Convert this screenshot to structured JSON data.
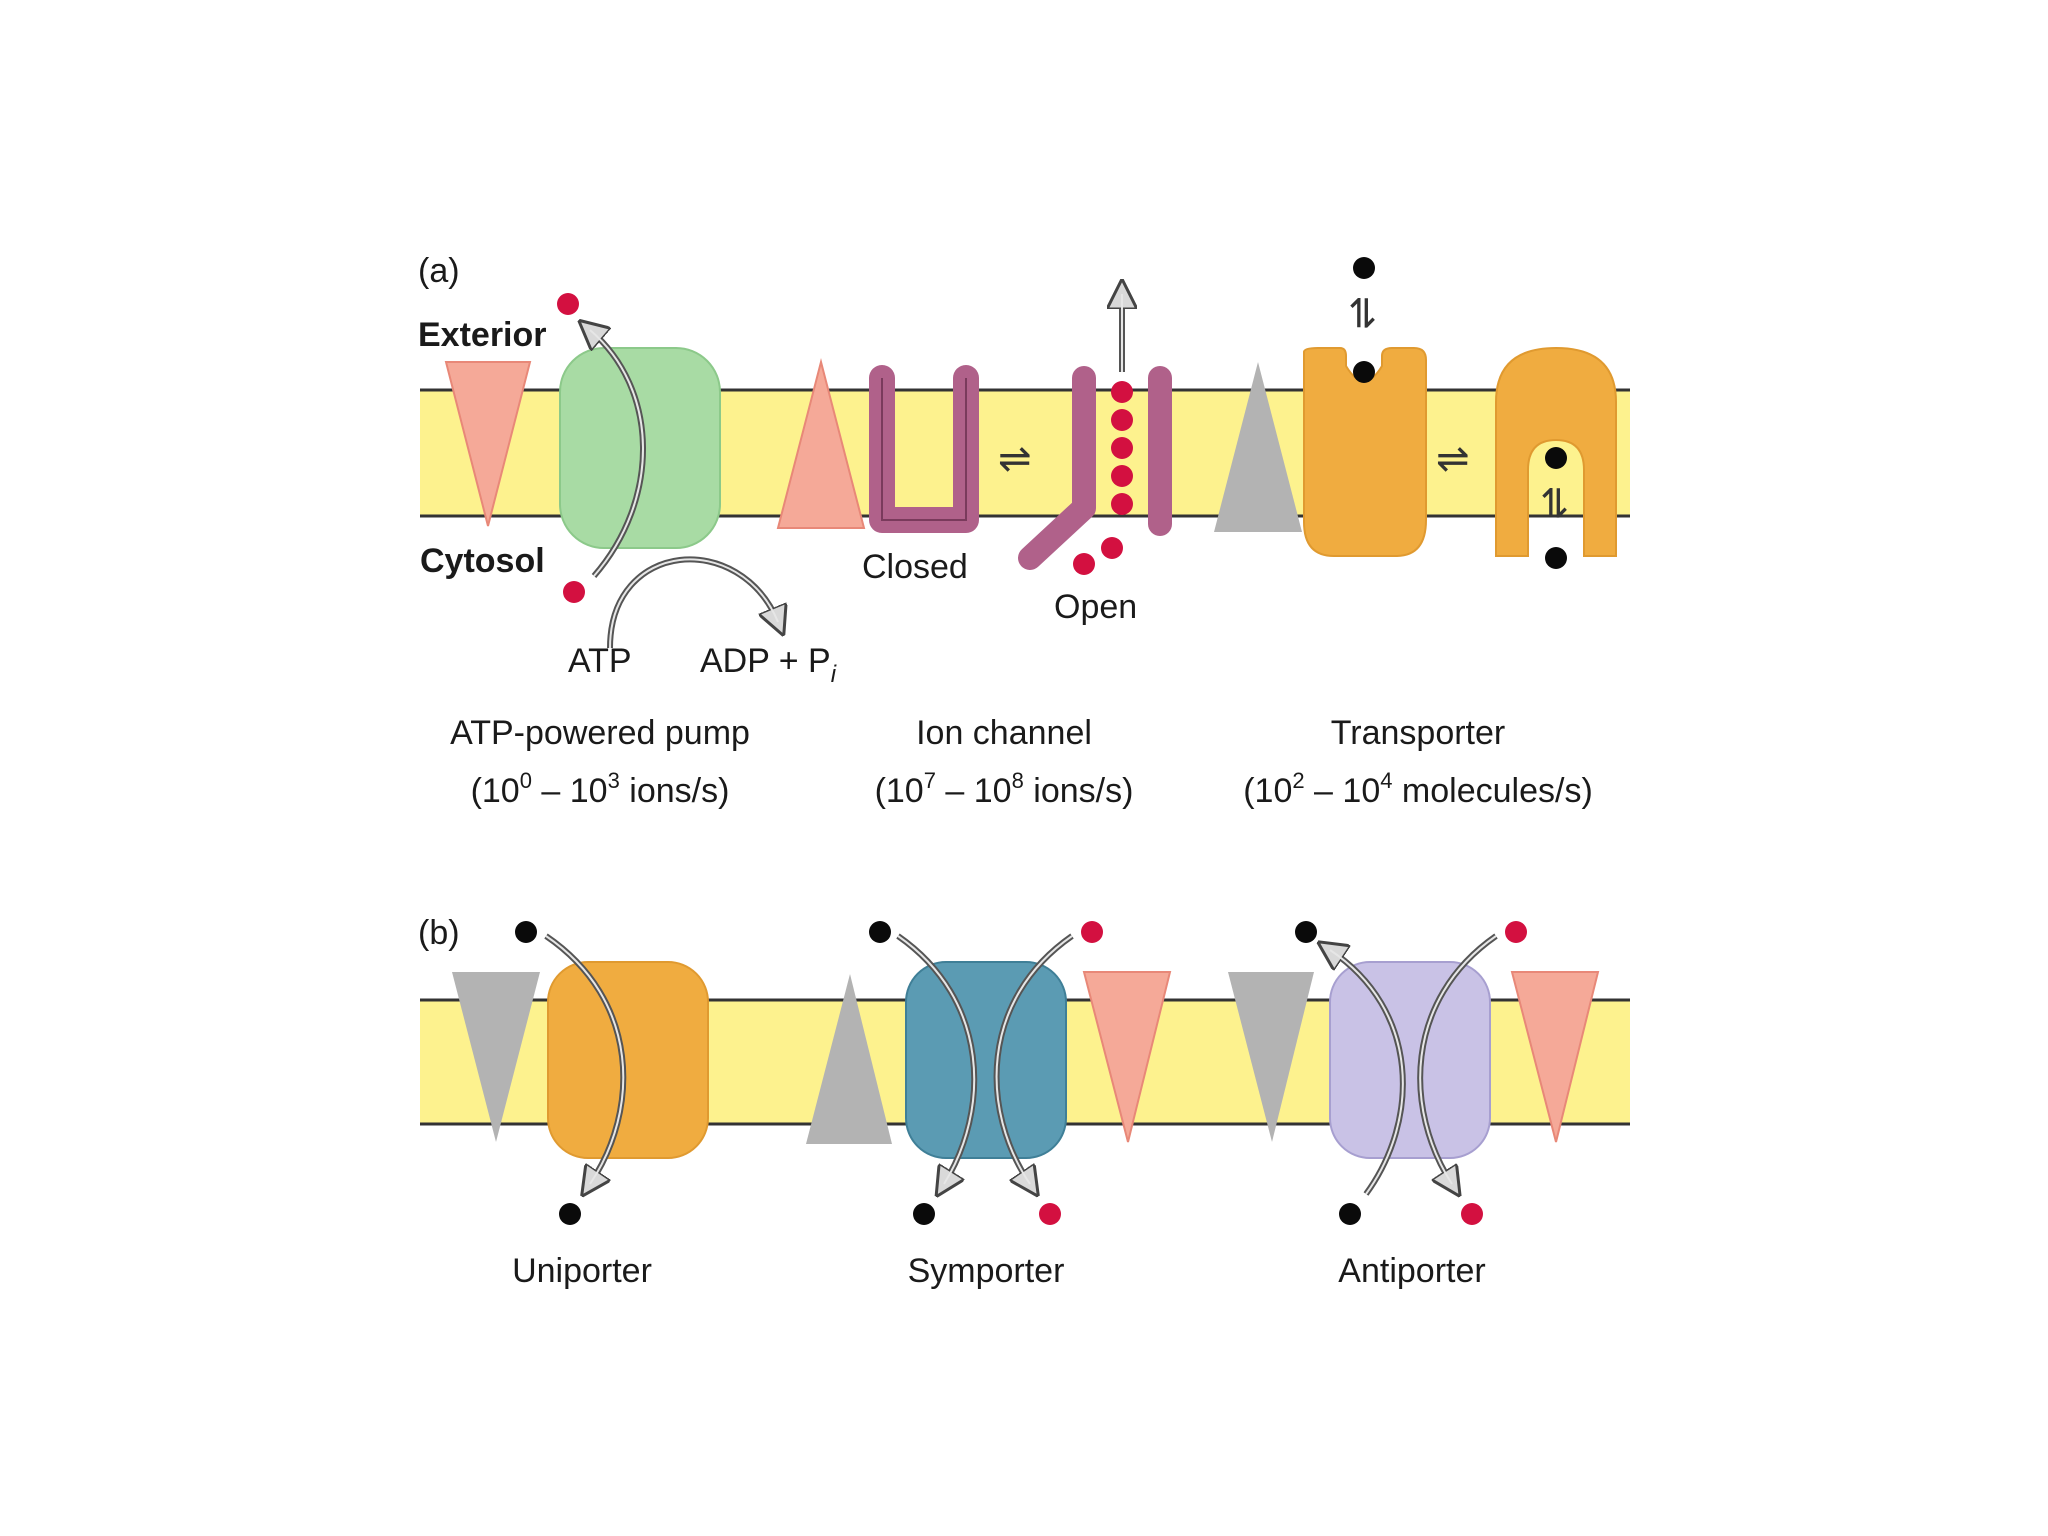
{
  "panel_a": {
    "label": "(a)",
    "exterior": "Exterior",
    "cytosol": "Cytosol",
    "atp": "ATP",
    "adp": "ADP + P",
    "adp_sub": "i",
    "closed": "Closed",
    "open": "Open",
    "equilibrium": "⇌",
    "pump": {
      "title": "ATP-powered pump",
      "rate_pre": "(10",
      "sup1": "0",
      "rate_mid": " – 10",
      "sup2": "3",
      "rate_post": " ions/s)"
    },
    "channel": {
      "title": "Ion channel",
      "rate_pre": "(10",
      "sup1": "7",
      "rate_mid": " – 10",
      "sup2": "8",
      "rate_post": " ions/s)"
    },
    "transporter": {
      "title": "Transporter",
      "rate_pre": "(10",
      "sup1": "2",
      "rate_mid": " – 10",
      "sup2": "4",
      "rate_post": " molecules/s)"
    }
  },
  "panel_b": {
    "label": "(b)",
    "uniporter": "Uniporter",
    "symporter": "Symporter",
    "antiporter": "Antiporter"
  },
  "colors": {
    "membrane": "#fdf28e",
    "pump": "#a8dba4",
    "channel": "#b0618a",
    "transporter": "#f0ac40",
    "uniporter": "#f0ac40",
    "symporter": "#5b9bb3",
    "antiporter": "#c9c2e6",
    "salmon_triangle": "#f5a998",
    "gray_triangle": "#b3b3b3",
    "ion_red": "#d31040",
    "ion_black": "#0a0a0a"
  }
}
